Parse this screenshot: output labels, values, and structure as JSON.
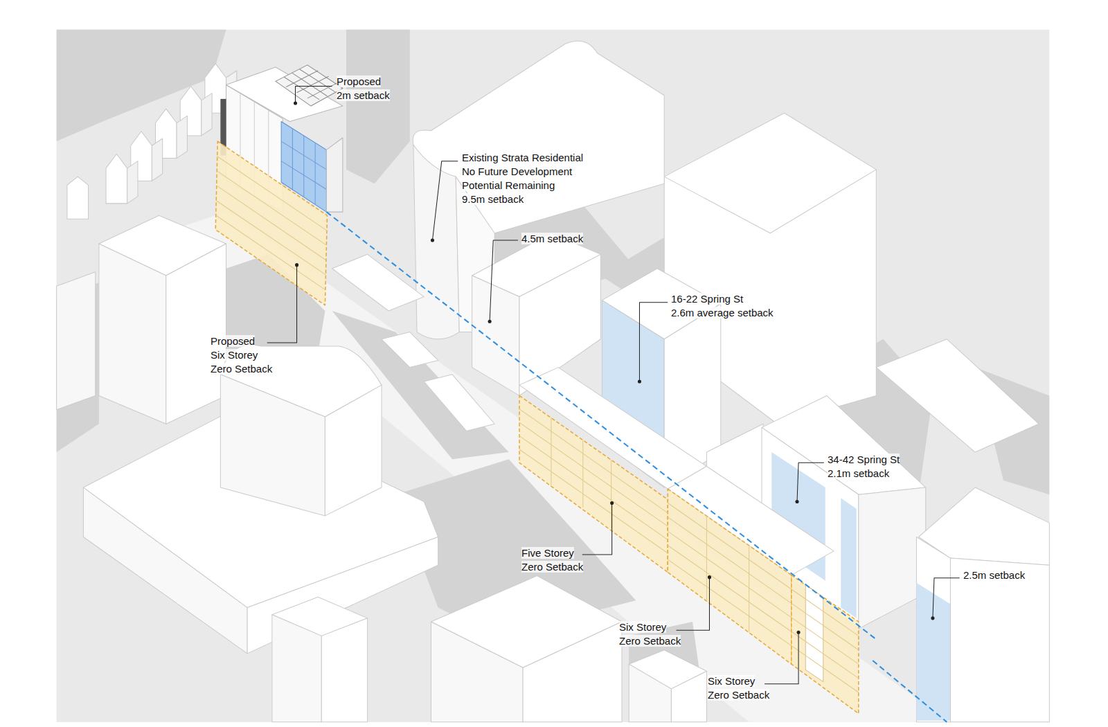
{
  "diagram": {
    "labels": [
      "Proposed 2m setback",
      "Existing Strata Residential No Future Development Potential Remaining 9.5m setback",
      "4.5m setback",
      "16-22 Spring St 2.6m average setback",
      "Proposed Six Storey Zero Setback",
      "34-42 Spring St 2.1m setback",
      "2.5m setback",
      "Five Storey Zero Setback",
      "Six Storey Zero Setback",
      "Six Storey Zero Setback"
    ]
  }
}
